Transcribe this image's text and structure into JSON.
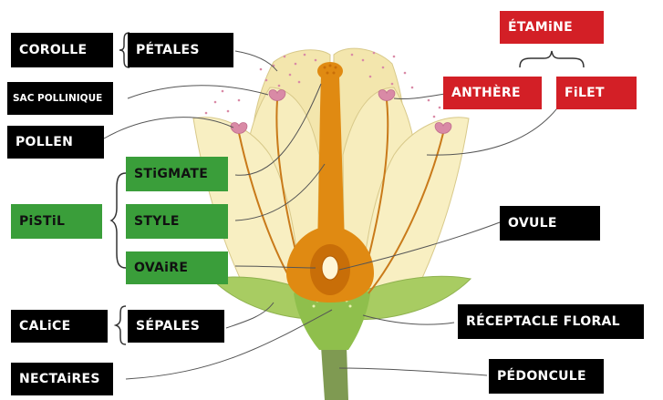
{
  "labels": {
    "corolle": "COROLLE",
    "petales": "PÉTALES",
    "sac_pollinique": "SAC POLLINIQUE",
    "pollen": "POLLEN",
    "stigmate": "STiGMATE",
    "pistil": "PiSTiL",
    "style": "STYLE",
    "ovaire": "OVAiRE",
    "calice": "CALiCE",
    "sepales": "SÉPALES",
    "nectaires": "NECTAiRES",
    "etamine": "ÉTAMiNE",
    "anthere": "ANTHÈRE",
    "filet": "FiLET",
    "ovule": "OVULE",
    "receptacle": "RÉCEPTACLE FLORAL",
    "pedoncule": "PÉDONCULE"
  },
  "colors": {
    "label_black": "#000000",
    "label_green": "#3a9e3a",
    "label_red": "#d31f26",
    "petal": "#f6ecb8",
    "petal_outline": "#d8c98a",
    "pistil": "#e08a12",
    "stamen": "#c97a1a",
    "anther": "#d98aa6",
    "sepal": "#a8cc62",
    "stem": "#7f9a52"
  }
}
